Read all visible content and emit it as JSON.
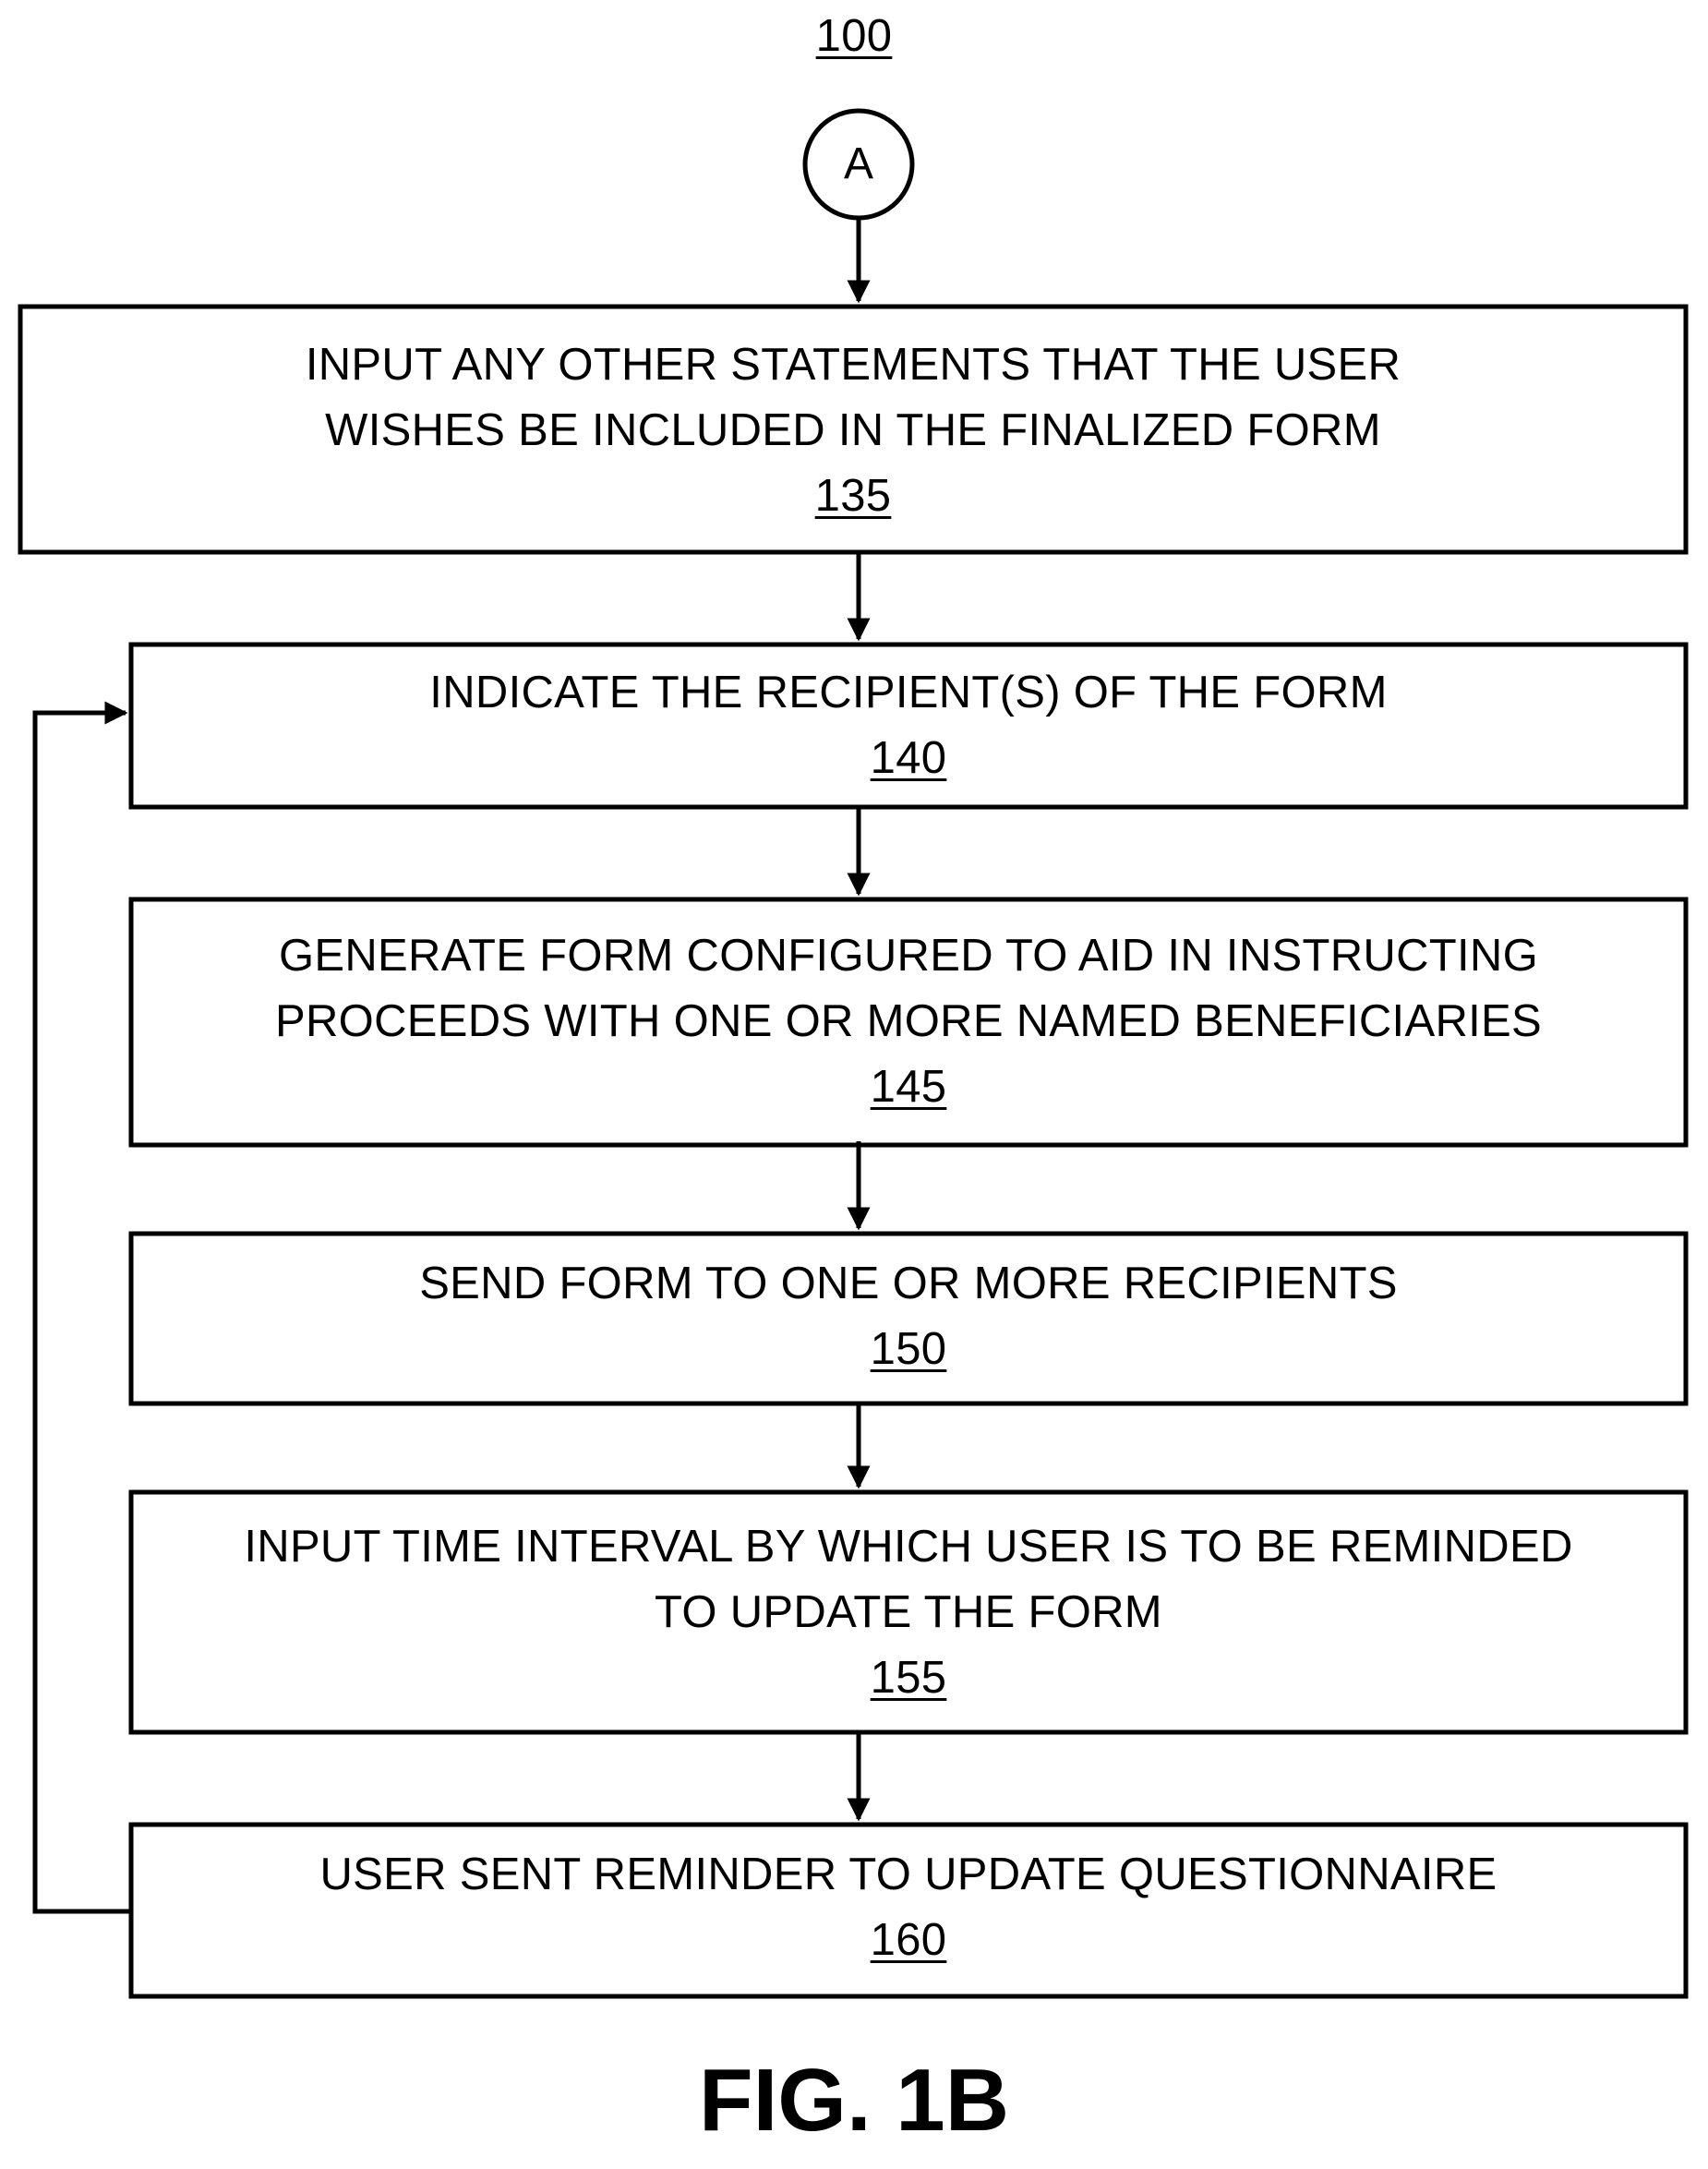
{
  "figure_number": "100",
  "connector": "A",
  "steps": [
    {
      "lines": [
        "INPUT ANY OTHER STATEMENTS THAT THE USER",
        "WISHES BE INCLUDED IN THE FINALIZED FORM"
      ],
      "ref": "135"
    },
    {
      "lines": [
        "INDICATE THE RECIPIENT(S) OF THE FORM"
      ],
      "ref": "140"
    },
    {
      "lines": [
        "GENERATE FORM CONFIGURED TO AID IN INSTRUCTING",
        "PROCEEDS WITH ONE OR MORE NAMED BENEFICIARIES"
      ],
      "ref": "145"
    },
    {
      "lines": [
        "SEND FORM TO ONE OR MORE RECIPIENTS"
      ],
      "ref": "150"
    },
    {
      "lines": [
        "INPUT TIME INTERVAL BY WHICH USER IS TO BE REMINDED",
        "TO UPDATE THE FORM"
      ],
      "ref": "155"
    },
    {
      "lines": [
        "USER SENT REMINDER TO UPDATE QUESTIONNAIRE"
      ],
      "ref": "160"
    }
  ],
  "caption": "FIG. 1B"
}
